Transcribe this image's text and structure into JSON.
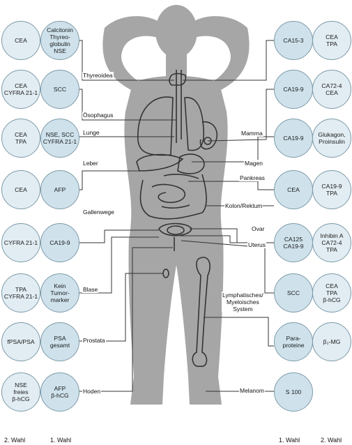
{
  "columns": {
    "left_second": "2. Wahl",
    "left_first": "1. Wahl",
    "right_first": "1. Wahl",
    "right_second": "2. Wahl"
  },
  "left_rows": [
    {
      "second": "CEA",
      "first": "Calcitonin\nThyreo-\nglobulin\nNSE",
      "organ": "Thyreoidea"
    },
    {
      "second": "CEA\nCYFRA 21-1",
      "first": "SCC",
      "organ": "Ösophagus"
    },
    {
      "second": "CEA\nTPA",
      "first": "NSE, SCC\nCYFRA 21-1",
      "organ": "Lunge"
    },
    {
      "second": "CEA",
      "first": "AFP",
      "organ": "Leber"
    },
    {
      "second": "CYFRA 21-1",
      "first": "CA19-9",
      "organ": "Gallenwege"
    },
    {
      "second": "TPA\nCYFRA 21-1",
      "first": "Kein\nTumor-\nmarker",
      "organ": "Blase"
    },
    {
      "second": "fPSA/PSA",
      "first": "PSA\ngesamt",
      "organ": "Prostata"
    },
    {
      "second": "NSE\nfreies\nβ-hCG",
      "first": "AFP\nβ-hCG",
      "organ": "Hoden"
    }
  ],
  "right_rows": [
    {
      "first": "CA15-3",
      "second": "CEA\nTPA",
      "organ": ""
    },
    {
      "first": "CA19-9",
      "second": "CA72-4\nCEA",
      "organ": ""
    },
    {
      "first": "CA19-9",
      "second": "Glukagon,\nProinsulin",
      "organ": "Mamma"
    },
    {
      "first": "CEA",
      "second": "CA19-9\nTPA",
      "organ": "Magen"
    },
    {
      "first": "CA125\nCA19-9",
      "second": "Inhibin A\nCA72-4\nTPA",
      "organ": "Ovar"
    },
    {
      "first": "SCC",
      "second": "CEA\nTPA\nβ-hCG",
      "organ": "Uterus"
    },
    {
      "first": "Para-\nproteine",
      "second": "β₂-MG",
      "organ": "Lymphatisches/\nMyeloisches\nSystem"
    },
    {
      "first": "S 100",
      "second": "",
      "organ": "Melanom"
    }
  ],
  "right_extra_organs": {
    "pankreas": "Pankreas",
    "kolon": "Kolon/Rektum"
  },
  "colors": {
    "body": "#a6a6a6",
    "circle_first": "#cfe2ec",
    "circle_second": "#e2edf3",
    "circle_border": "#7d9aa8",
    "lines": "#333333"
  }
}
